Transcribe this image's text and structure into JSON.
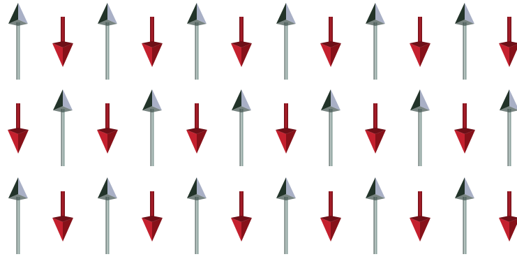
{
  "lattice": {
    "rows": [
      [
        "up",
        "down",
        "up",
        "down",
        "up",
        "down",
        "up",
        "down",
        "up",
        "down",
        "up",
        "down"
      ],
      [
        "down",
        "up",
        "down",
        "up",
        "down",
        "up",
        "down",
        "up",
        "down",
        "up",
        "down",
        "up"
      ],
      [
        "up",
        "down",
        "up",
        "down",
        "up",
        "down",
        "up",
        "down",
        "up",
        "down",
        "up",
        "down"
      ]
    ]
  },
  "colors": {
    "up_shaft": "#6f8a84",
    "up_shaft_light": "#c7d3d0",
    "up_shaft_dark": "#3f504c",
    "up_head_dark": "#223329",
    "up_head_light": "#a9b0c6",
    "down_shaft": "#b0202c",
    "down_shaft_dark": "#6e0f17",
    "down_head": "#c4202e",
    "down_head_dark": "#861119",
    "background": "#ffffff"
  },
  "icons": {
    "up": "spin-up-arrow-icon",
    "down": "spin-down-arrow-icon"
  }
}
